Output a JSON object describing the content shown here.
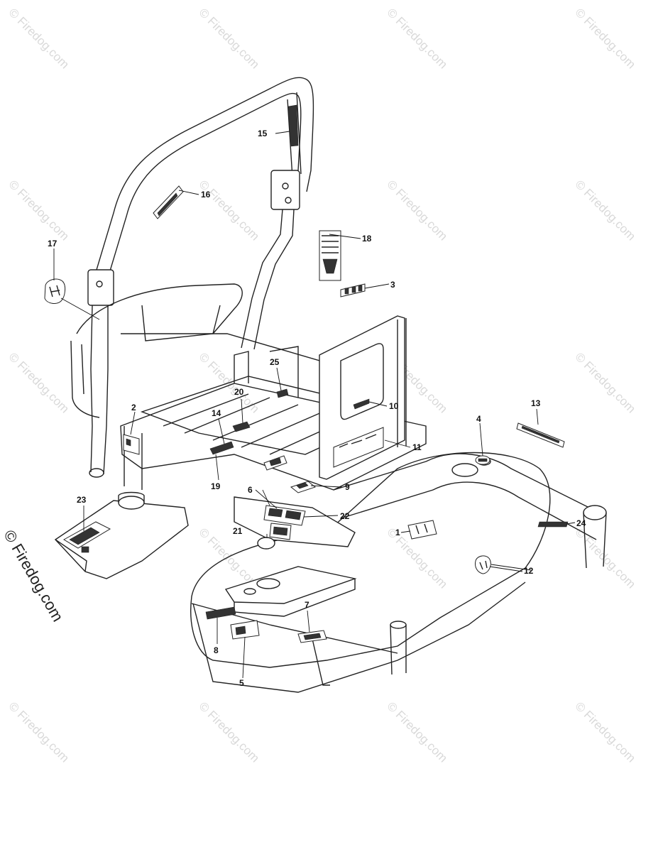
{
  "watermark": {
    "text": "© Firedog.com"
  },
  "callouts": [
    {
      "label": "1",
      "part": "decal-1"
    },
    {
      "label": "2",
      "part": "decal-2"
    },
    {
      "label": "3",
      "part": "decal-3"
    },
    {
      "label": "4",
      "part": "decal-4"
    },
    {
      "label": "5",
      "part": "decal-5"
    },
    {
      "label": "6",
      "part": "decal-6"
    },
    {
      "label": "7",
      "part": "decal-7"
    },
    {
      "label": "8",
      "part": "decal-8"
    },
    {
      "label": "9",
      "part": "decal-9"
    },
    {
      "label": "10",
      "part": "decal-10"
    },
    {
      "label": "11",
      "part": "decal-11"
    },
    {
      "label": "12",
      "part": "decal-12"
    },
    {
      "label": "13",
      "part": "decal-13"
    },
    {
      "label": "14",
      "part": "decal-14"
    },
    {
      "label": "15",
      "part": "decal-15"
    },
    {
      "label": "16",
      "part": "decal-16"
    },
    {
      "label": "17",
      "part": "decal-17"
    },
    {
      "label": "18",
      "part": "decal-18"
    },
    {
      "label": "19",
      "part": "decal-19"
    },
    {
      "label": "20",
      "part": "decal-20"
    },
    {
      "label": "21",
      "part": "decal-21"
    },
    {
      "label": "22",
      "part": "decal-22"
    },
    {
      "label": "23",
      "part": "decal-23"
    },
    {
      "label": "24",
      "part": "decal-24"
    },
    {
      "label": "25",
      "part": "decal-25"
    }
  ]
}
